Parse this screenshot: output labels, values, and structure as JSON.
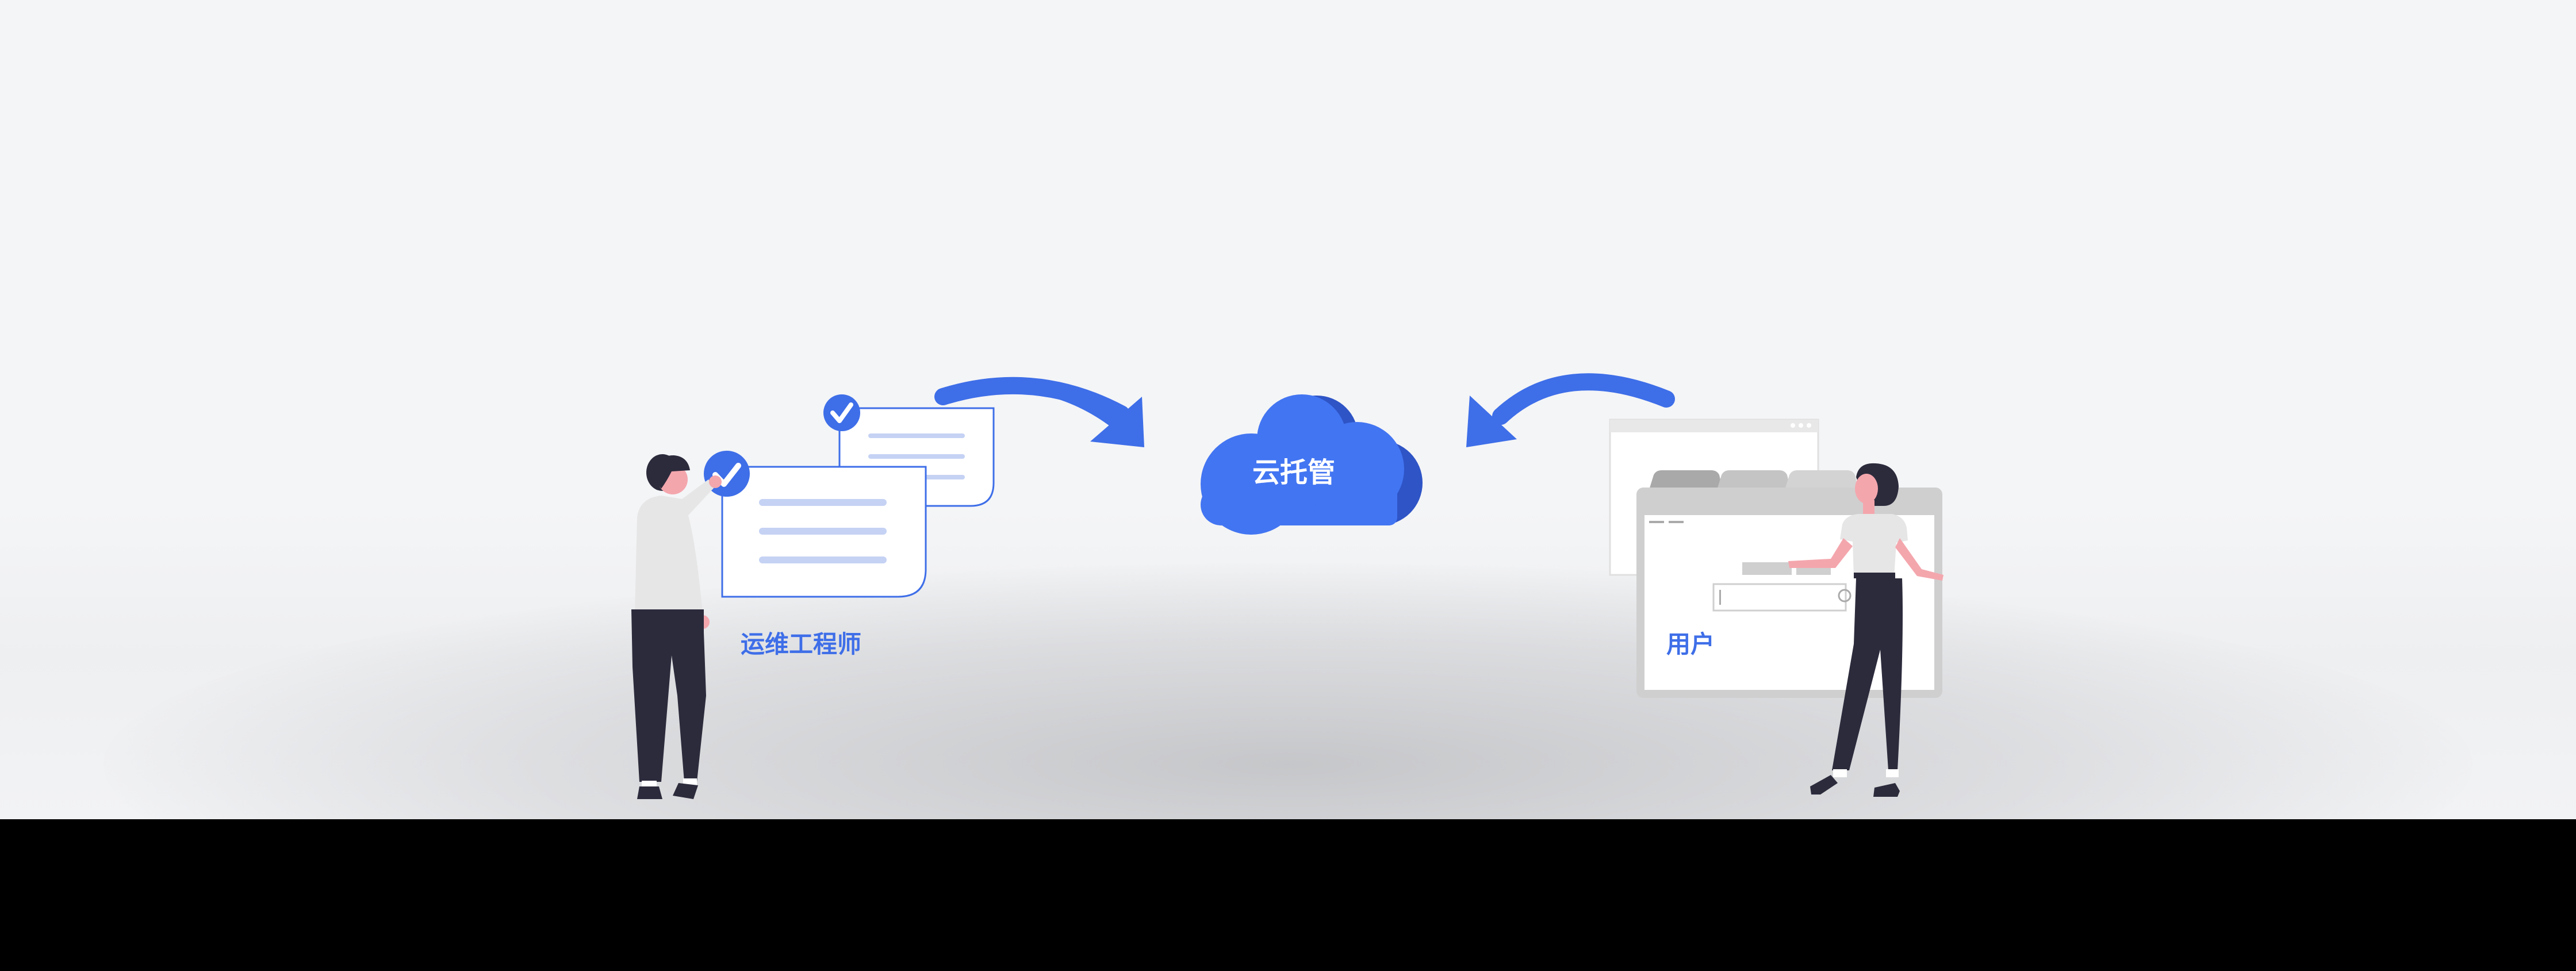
{
  "labels": {
    "engineer": "运维工程师",
    "cloud": "云托管",
    "user": "用户"
  },
  "colors": {
    "brand_blue": "#3e6ee8",
    "cloud_blue": "#4275f2",
    "cloud_shadow": "#2e54c6",
    "doc_line": "#c5d2f4",
    "window_gray": "#cfcfcf",
    "pants_dark": "#2c2b3c",
    "skin": "#f4a6ad",
    "shirt_light": "#e6e6e6",
    "background": "#f4f5f7",
    "bottom_band": "#000000"
  },
  "icons": {
    "check": "check-circle-icon",
    "cloud": "cloud-icon",
    "arrow": "curved-arrow-icon"
  }
}
